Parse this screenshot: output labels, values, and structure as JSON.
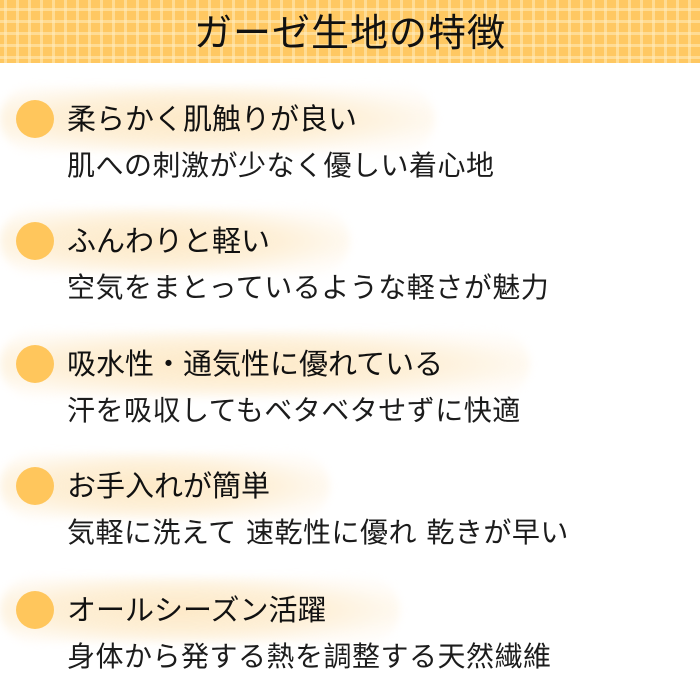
{
  "header": {
    "title": "ガーゼ生地の特徴",
    "background_color": "#ffc862",
    "pattern": "gauze-weave"
  },
  "bullet_color": "#ffc65c",
  "glow_color": "#fde8c4",
  "features": [
    {
      "icon": "circle-bullet-icon",
      "title": "柔らかく肌触りが良い",
      "description": "肌への刺激が少なく優しい着心地"
    },
    {
      "icon": "circle-bullet-icon",
      "title": "ふんわりと軽い",
      "description": "空気をまとっているような軽さが魅力"
    },
    {
      "icon": "circle-bullet-icon",
      "title": "吸水性・通気性に優れている",
      "description": "汗を吸収してもベタベタせずに快適"
    },
    {
      "icon": "circle-bullet-icon",
      "title": "お手入れが簡単",
      "description": "気軽に洗えて 速乾性に優れ 乾きが早い"
    },
    {
      "icon": "circle-bullet-icon",
      "title": "オールシーズン活躍",
      "description": "身体から発する熱を調整する天然繊維"
    }
  ]
}
